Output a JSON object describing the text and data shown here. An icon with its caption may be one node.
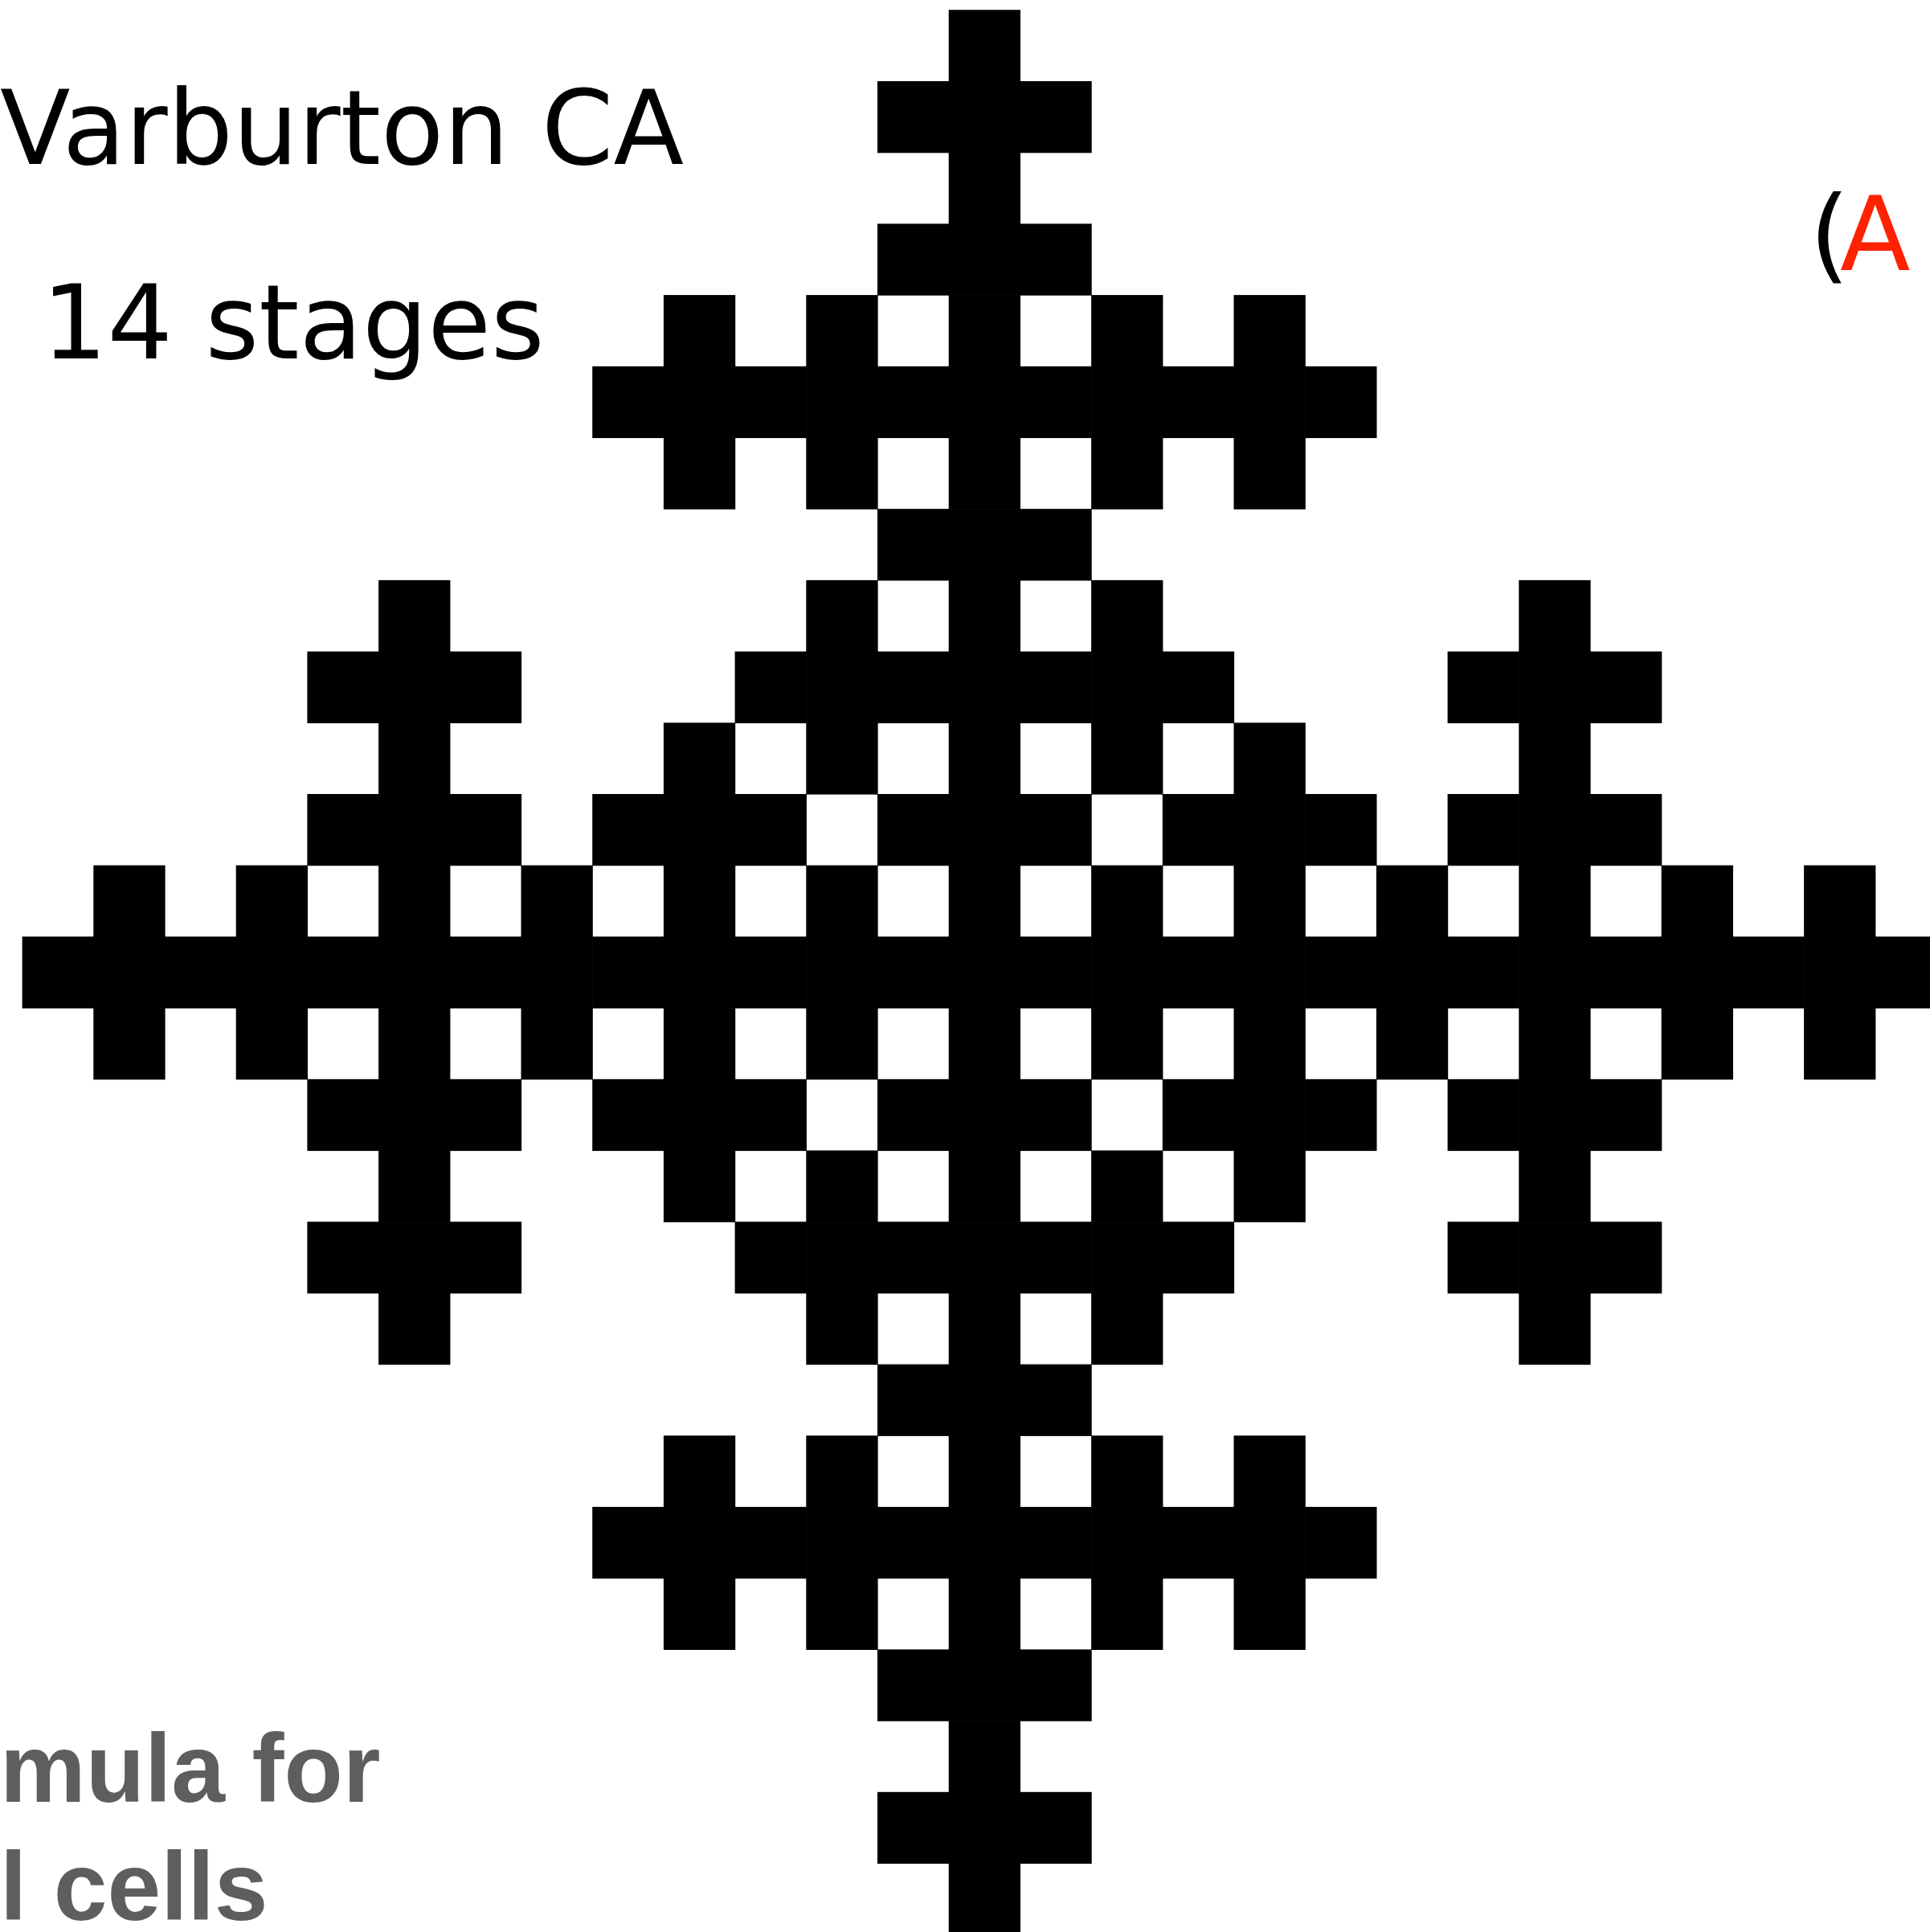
{
  "diagram": {
    "labels": [
      "Varburton CA",
      "14 stages",
      "(",
      "A",
      "mula for",
      "l cells"
    ]
  }
}
